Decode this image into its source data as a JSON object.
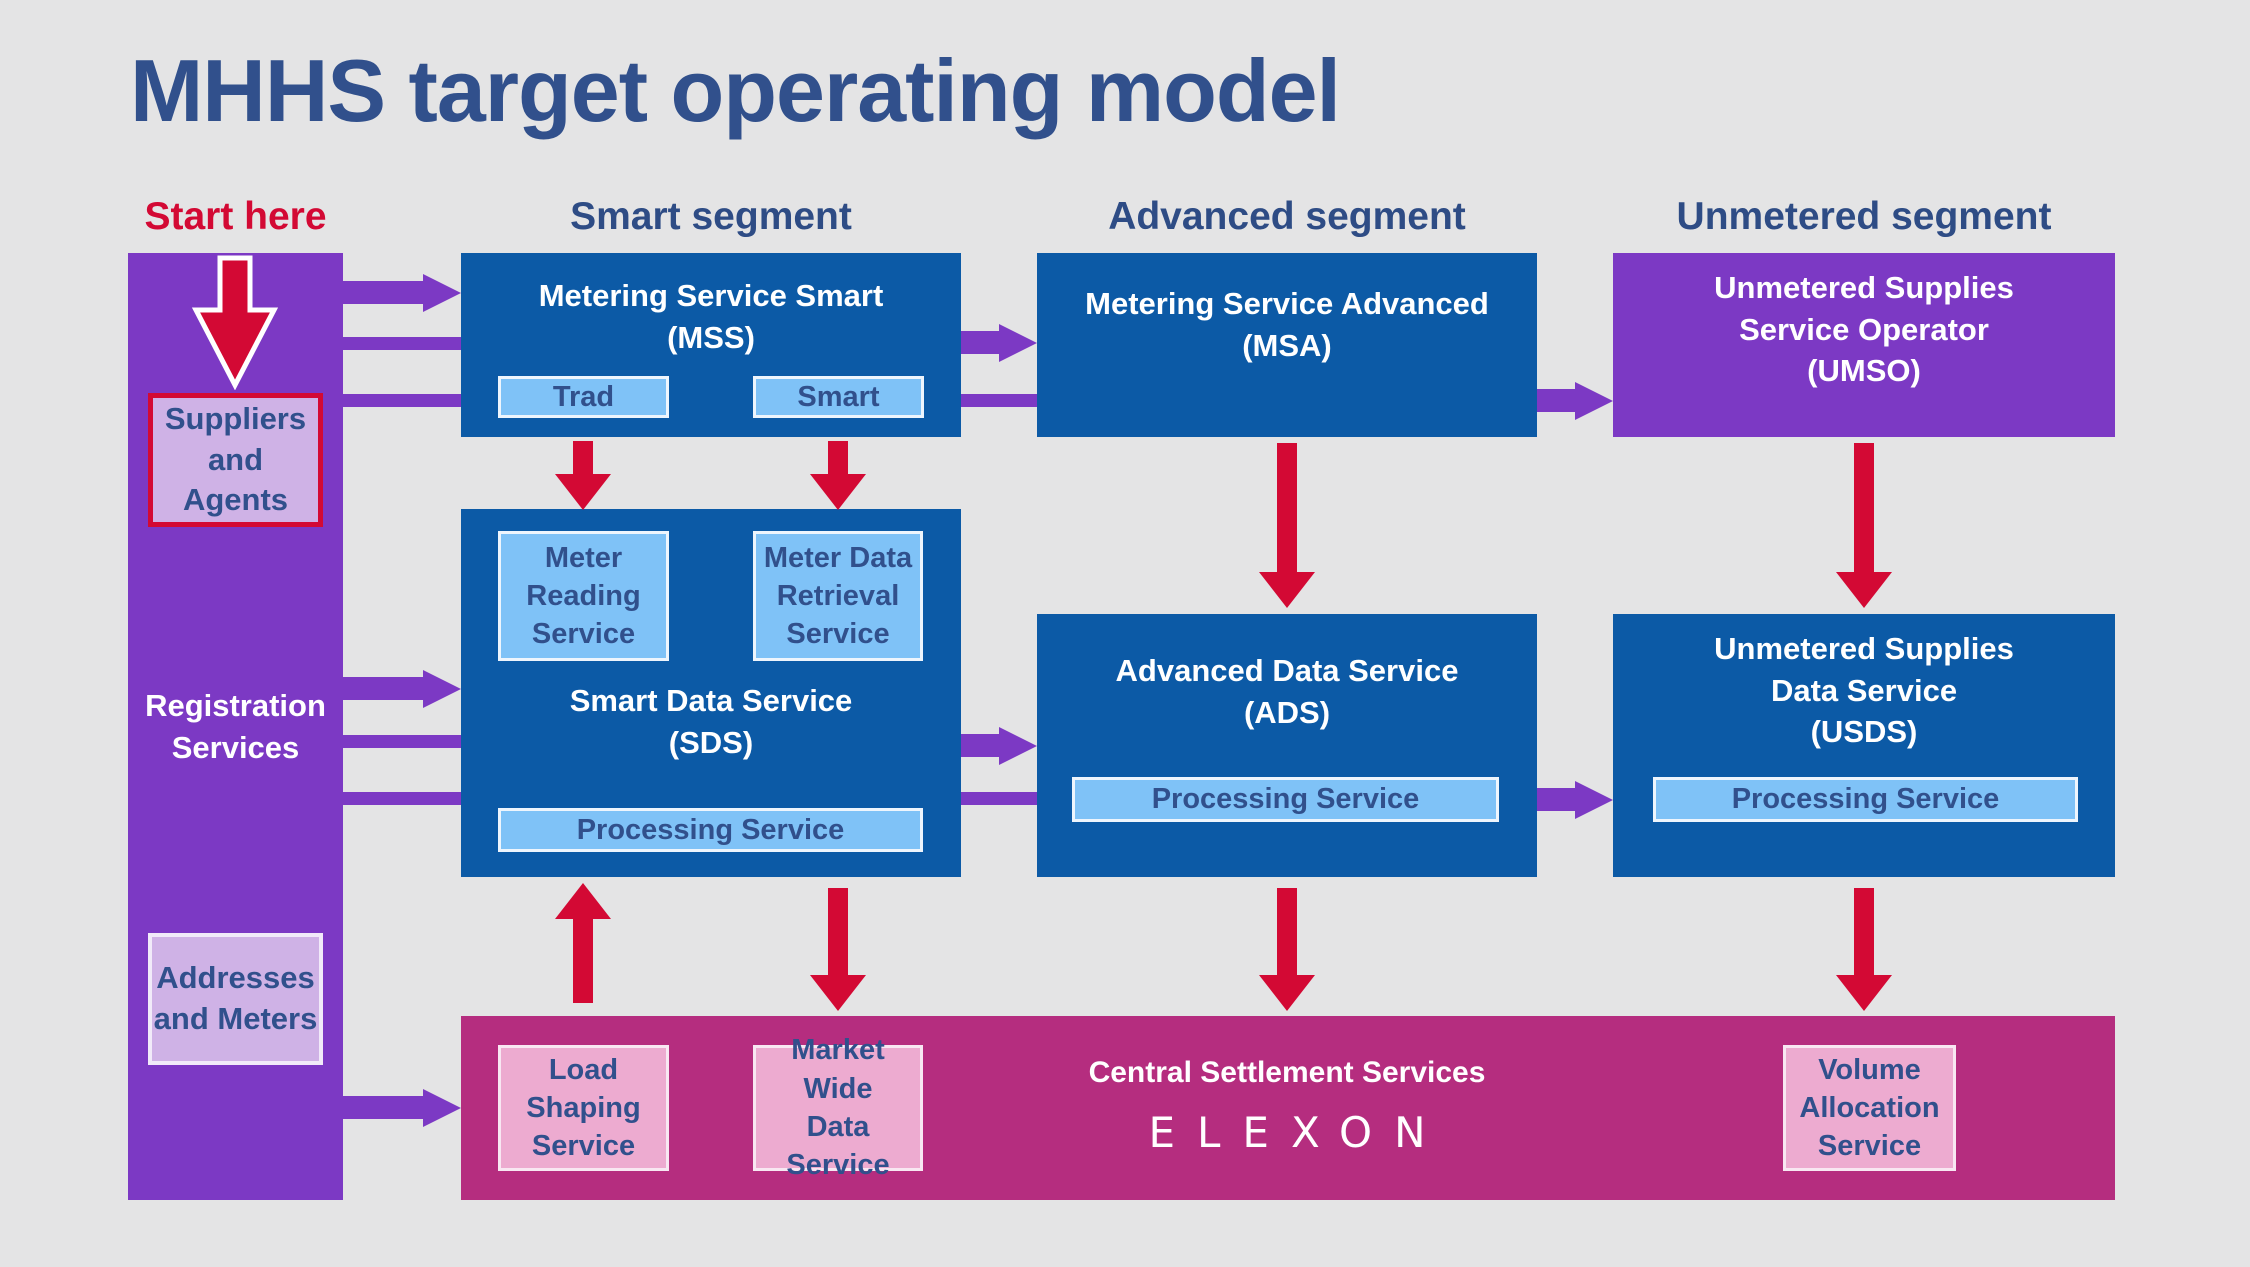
{
  "title": "MHHS target operating model",
  "headers": {
    "start": "Start here",
    "smart": "Smart segment",
    "advanced": "Advanced segment",
    "unmetered": "Unmetered segment"
  },
  "rail": {
    "suppliers": "Suppliers\nand Agents",
    "registration": "Registration\nServices",
    "addresses": "Addresses\nand Meters"
  },
  "boxes": {
    "mss": {
      "label": "Metering Service Smart\n(MSS)",
      "trad": "Trad",
      "smart": "Smart"
    },
    "msa": {
      "label": "Metering Service Advanced\n(MSA)"
    },
    "umso": {
      "label": "Unmetered Supplies\nService Operator\n(UMSO)"
    },
    "sds": {
      "label": "Smart Data Service\n(SDS)",
      "meter_reading": "Meter\nReading\nService",
      "meter_data_retrieval": "Meter Data\nRetrieval\nService",
      "processing": "Processing Service"
    },
    "ads": {
      "label": "Advanced Data Service\n(ADS)",
      "processing": "Processing Service"
    },
    "usds": {
      "label": "Unmetered Supplies\nData Service\n(USDS)",
      "processing": "Processing Service"
    },
    "central": {
      "label": "Central Settlement Services",
      "logo": "ELEXON",
      "load_shaping": "Load\nShaping\nService",
      "market_wide": "Market Wide\nData\nService",
      "volume_allocation": "Volume\nAllocation\nService"
    }
  },
  "colors": {
    "background": "#e4e4e5",
    "deep_blue": "#0c5aa6",
    "purple": "#7c39c4",
    "magenta": "#b52d7f",
    "red": "#d30934",
    "light_blue": "#7fc2f7",
    "lavender": "#cfb2e6",
    "pink": "#edabd0",
    "heading_blue": "#2e4c85",
    "white": "#ffffff"
  }
}
